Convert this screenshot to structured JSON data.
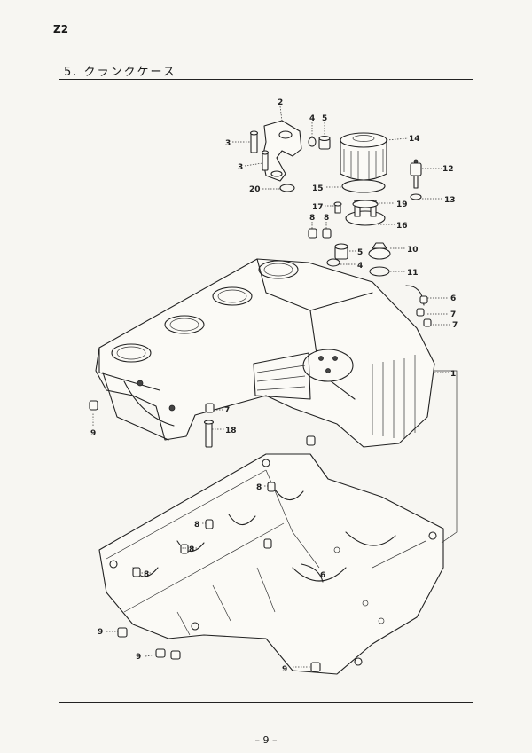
{
  "header": {
    "model": "Z2",
    "title": "5. クランクケース"
  },
  "footer": {
    "page": "– 9 –"
  },
  "parts": [
    {
      "id": "p2",
      "label": "2"
    },
    {
      "id": "p3a",
      "label": "3"
    },
    {
      "id": "p3b",
      "label": "3"
    },
    {
      "id": "p4a",
      "label": "4"
    },
    {
      "id": "p5a",
      "label": "5"
    },
    {
      "id": "p14",
      "label": "14"
    },
    {
      "id": "p12",
      "label": "12"
    },
    {
      "id": "p13",
      "label": "13"
    },
    {
      "id": "p20",
      "label": "20"
    },
    {
      "id": "p15",
      "label": "15"
    },
    {
      "id": "p19",
      "label": "19"
    },
    {
      "id": "p17",
      "label": "17"
    },
    {
      "id": "p16",
      "label": "16"
    },
    {
      "id": "p8a",
      "label": "8"
    },
    {
      "id": "p8b",
      "label": "8"
    },
    {
      "id": "p5b",
      "label": "5"
    },
    {
      "id": "p10",
      "label": "10"
    },
    {
      "id": "p4b",
      "label": "4"
    },
    {
      "id": "p11",
      "label": "11"
    },
    {
      "id": "p6a",
      "label": "6"
    },
    {
      "id": "p7a",
      "label": "7"
    },
    {
      "id": "p7b",
      "label": "7"
    },
    {
      "id": "p1",
      "label": "1"
    },
    {
      "id": "p7c",
      "label": "7"
    },
    {
      "id": "p9a",
      "label": "9"
    },
    {
      "id": "p18",
      "label": "18"
    },
    {
      "id": "p8c",
      "label": "8"
    },
    {
      "id": "p8d",
      "label": "8"
    },
    {
      "id": "p8e",
      "label": "8"
    },
    {
      "id": "p8f",
      "label": "8"
    },
    {
      "id": "p6b",
      "label": "6"
    },
    {
      "id": "p9b",
      "label": "9"
    },
    {
      "id": "p9c",
      "label": "9"
    },
    {
      "id": "p9d",
      "label": "9"
    }
  ]
}
